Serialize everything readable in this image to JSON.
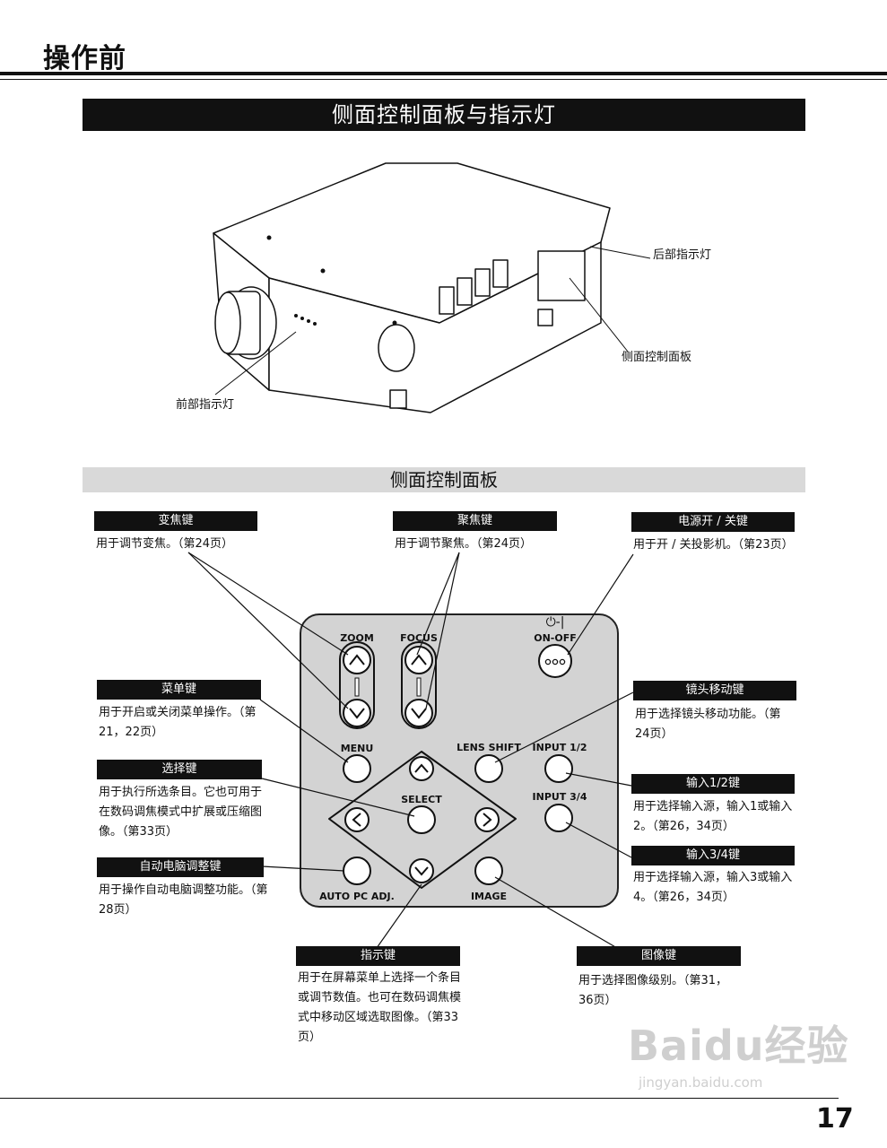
{
  "header": {
    "title": "操作前"
  },
  "section_title": "侧面控制面板与指示灯",
  "projector_labels": {
    "rear_indicator": "后部指示灯",
    "side_panel": "侧面控制面板",
    "front_indicator": "前部指示灯"
  },
  "subsection_title": "侧面控制面板",
  "callouts": [
    {
      "id": "zoom",
      "title": "变焦键",
      "desc": "用于调节变焦。（第24页）"
    },
    {
      "id": "focus",
      "title": "聚焦键",
      "desc": "用于调节聚焦。（第24页）"
    },
    {
      "id": "power",
      "title": "电源开 / 关键",
      "desc": "用于开 / 关投影机。（第23页）"
    },
    {
      "id": "menu",
      "title": "菜单键",
      "desc": "用于开启或关闭菜单操作。（第21，22页）"
    },
    {
      "id": "lens_shift",
      "title": "镜头移动键",
      "desc": "用于选择镜头移动功能。（第24页）"
    },
    {
      "id": "select",
      "title": "选择键",
      "desc": "用于执行所选条目。它也可用于在数码调焦模式中扩展或压缩图像。（第33页）"
    },
    {
      "id": "input12",
      "title": "输入1/2键",
      "desc": "用于选择输入源，输入1或输入2。（第26，34页）"
    },
    {
      "id": "input34",
      "title": "输入3/4键",
      "desc": "用于选择输入源，输入3或输入4。（第26，34页）"
    },
    {
      "id": "auto_pc",
      "title": "自动电脑调整键",
      "desc": "用于操作自动电脑调整功能。（第28页）"
    },
    {
      "id": "pointer",
      "title": "指示键",
      "desc": "用于在屏幕菜单上选择一个条目或调节数值。也可在数码调焦模式中移动区域选取图像。（第33页）"
    },
    {
      "id": "image",
      "title": "图像键",
      "desc": "用于选择图像级别。（第31，36页）"
    }
  ],
  "panel_buttons": {
    "zoom": "ZOOM",
    "focus": "FOCUS",
    "power_symbol": "⏻-|",
    "on_off": "ON-OFF",
    "menu": "MENU",
    "lens_shift": "LENS SHIFT",
    "input12": "INPUT 1/2",
    "select": "SELECT",
    "input34": "INPUT 3/4",
    "auto_pc": "AUTO PC ADJ.",
    "image": "IMAGE"
  },
  "page_number": "17",
  "watermark": {
    "main": "Baidu经验",
    "sub": "jingyan.baidu.com"
  }
}
